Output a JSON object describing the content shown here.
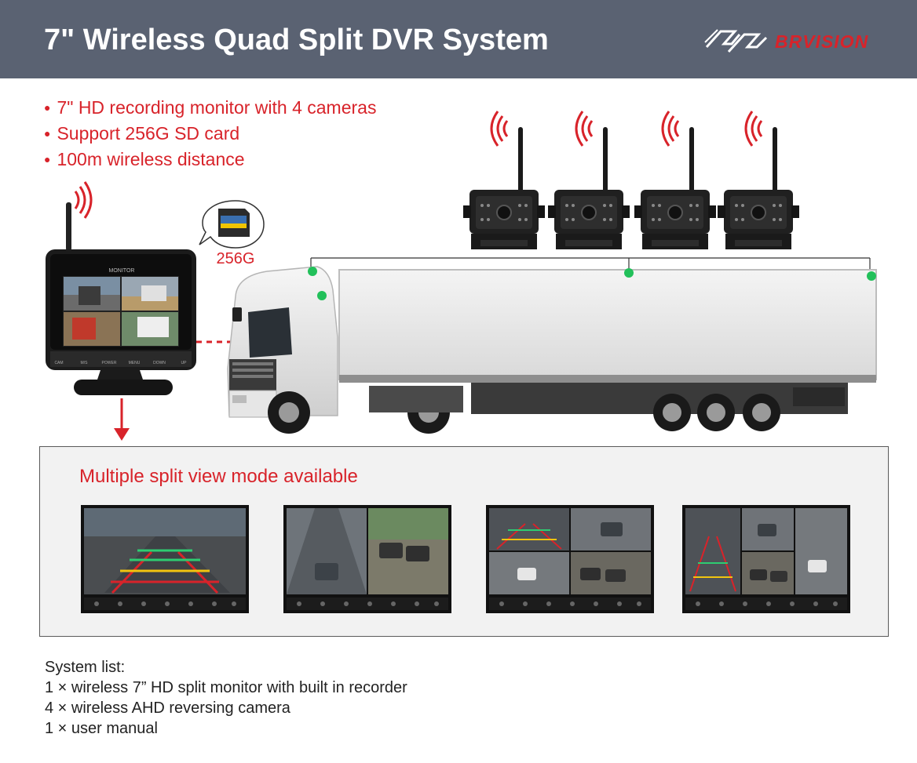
{
  "header": {
    "title": "7\" Wireless Quad Split DVR System",
    "brand": "BRVISION"
  },
  "features": [
    "7\" HD recording monitor with 4  cameras",
    "Support 256G SD card",
    "100m wireless distance"
  ],
  "monitor": {
    "brand_label": "MONITOR",
    "buttons": [
      "CAM",
      "M/S",
      "POWER",
      "MENU",
      "DOWN",
      "UP"
    ]
  },
  "sd_card": {
    "label": "256G"
  },
  "split_view": {
    "title": "Multiple split view mode available"
  },
  "system_list": {
    "heading": "System list:",
    "items": [
      "1 × wireless 7” HD split monitor with built in recorder",
      "4 × wireless AHD reversing camera",
      "1 × user manual"
    ]
  },
  "colors": {
    "header_bg": "#5a6272",
    "accent_red": "#d8232a",
    "marker_green": "#22c05a"
  }
}
